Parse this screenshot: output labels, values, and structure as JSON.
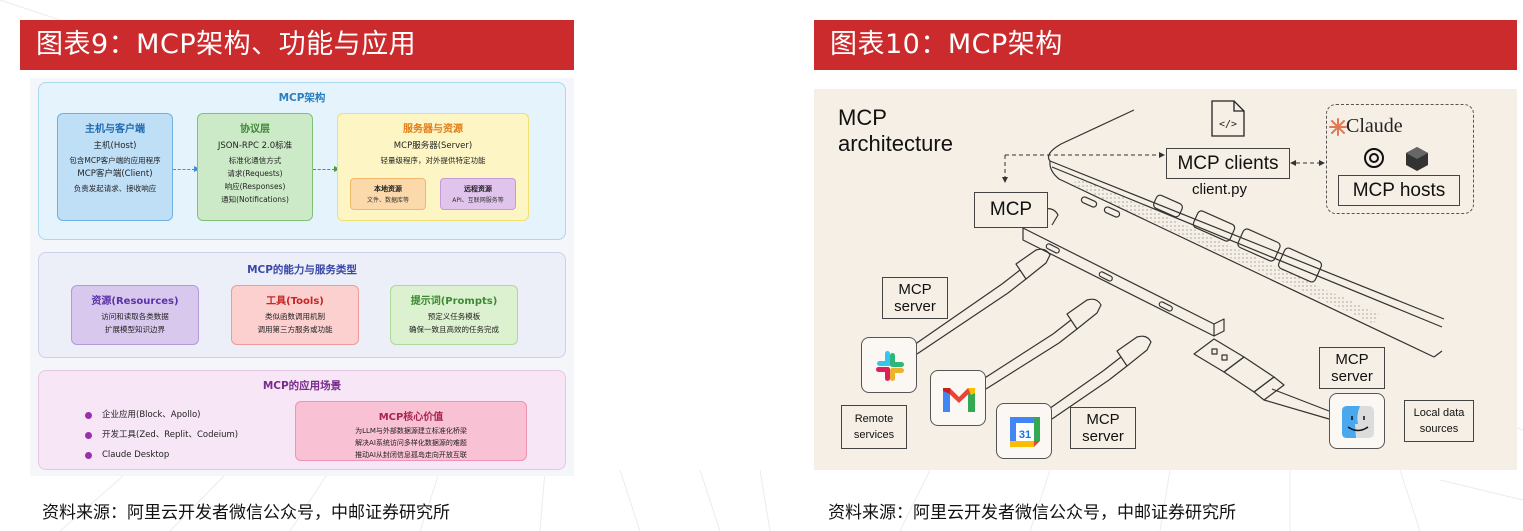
{
  "figure_left": {
    "title": "图表9：MCP架构、功能与应用",
    "source": "资料来源：阿里云开发者微信公众号，中邮证券研究所",
    "architecture": {
      "title": "MCP架构",
      "host_client": {
        "heading": "主机与客户端",
        "lines": [
          "主机(Host)",
          "包含MCP客户端的应用程序",
          "MCP客户端(Client)",
          "负责发起请求、接收响应"
        ]
      },
      "protocol": {
        "heading": "协议层",
        "lines": [
          "JSON-RPC 2.0标准",
          "标准化通信方式",
          "请求(Requests)",
          "响应(Responses)",
          "通知(Notifications)"
        ]
      },
      "server": {
        "heading": "服务器与资源",
        "lines": [
          "MCP服务器(Server)",
          "轻量级程序，对外提供特定功能"
        ],
        "local": {
          "heading": "本地资源",
          "desc": "文件、数据库等"
        },
        "remote": {
          "heading": "远程资源",
          "desc": "API、互联网服务等"
        }
      }
    },
    "capabilities": {
      "title": "MCP的能力与服务类型",
      "items": [
        {
          "heading": "资源(Resources)",
          "lines": [
            "访问和读取各类数据",
            "扩展模型知识边界"
          ]
        },
        {
          "heading": "工具(Tools)",
          "lines": [
            "类似函数调用机制",
            "调用第三方服务或功能"
          ]
        },
        {
          "heading": "提示词(Prompts)",
          "lines": [
            "预定义任务模板",
            "确保一致且高效的任务完成"
          ]
        }
      ]
    },
    "applications": {
      "title": "MCP的应用场景",
      "list": [
        "企业应用(Block、Apollo)",
        "开发工具(Zed、Replit、Codeium)",
        "Claude Desktop"
      ],
      "core_value": {
        "heading": "MCP核心价值",
        "lines": [
          "为LLM与外部数据源建立标准化桥梁",
          "解决AI系统访问多样化数据源的难题",
          "推动AI从封闭信息孤岛走向开放互联"
        ]
      }
    }
  },
  "figure_right": {
    "title": "图表10：MCP架构",
    "source": "资料来源：阿里云开发者微信公众号，中邮证券研究所",
    "heading_line1": "MCP",
    "heading_line2": "architecture",
    "labels": {
      "mcp": "MCP",
      "mcp_clients": "MCP clients",
      "client_file": "client.py",
      "claude": "Claude",
      "mcp_hosts": "MCP hosts",
      "server_1_line1": "MCP",
      "server_1_line2": "server",
      "server_2_line1": "MCP",
      "server_2_line2": "server",
      "server_3_line1": "MCP",
      "server_3_line2": "server",
      "remote_line1": "Remote",
      "remote_line2": "services",
      "local_line1": "Local data",
      "local_line2": "sources",
      "calendar_day": "31"
    },
    "icons": [
      "code-file-icon",
      "claude-logo-icon",
      "openai-logo-icon",
      "perplexity-logo-icon",
      "slack-icon",
      "gmail-icon",
      "google-calendar-icon",
      "finder-icon"
    ]
  }
}
